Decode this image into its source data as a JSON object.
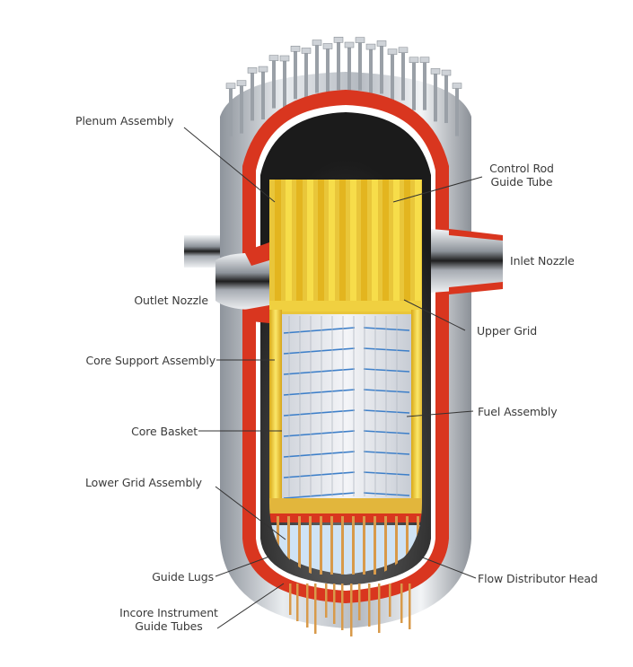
{
  "diagram": {
    "title": "Reactor Vessel Cutaway",
    "colors": {
      "vessel_red": "#d9361f",
      "steel": "#b8bcc2",
      "fuel_yellow": "#f2d338",
      "fuel_grey": "#dfe2e8",
      "grid_blue": "#3d7fc9",
      "instrument_tube": "#d89a4a",
      "dark_interior": "#2a2a2a"
    },
    "labels_left": [
      {
        "id": "plenum-assembly",
        "text": "Plenum Assembly"
      },
      {
        "id": "outlet-nozzle",
        "text": "Outlet Nozzle"
      },
      {
        "id": "core-support-assembly",
        "text": "Core Support Assembly"
      },
      {
        "id": "core-basket",
        "text": "Core Basket"
      },
      {
        "id": "lower-grid-assembly",
        "text": "Lower Grid Assembly"
      },
      {
        "id": "guide-lugs",
        "text": "Guide Lugs"
      },
      {
        "id": "incore-instrument-guide-tubes",
        "line1": "Incore Instrument",
        "line2": "Guide Tubes"
      }
    ],
    "labels_right": [
      {
        "id": "control-rod-guide-tube",
        "line1": "Control Rod",
        "line2": "Guide Tube"
      },
      {
        "id": "inlet-nozzle",
        "text": "Inlet Nozzle"
      },
      {
        "id": "upper-grid",
        "text": "Upper Grid"
      },
      {
        "id": "fuel-assembly",
        "text": "Fuel Assembly"
      },
      {
        "id": "flow-distributor-head",
        "text": "Flow Distributor Head"
      }
    ]
  }
}
